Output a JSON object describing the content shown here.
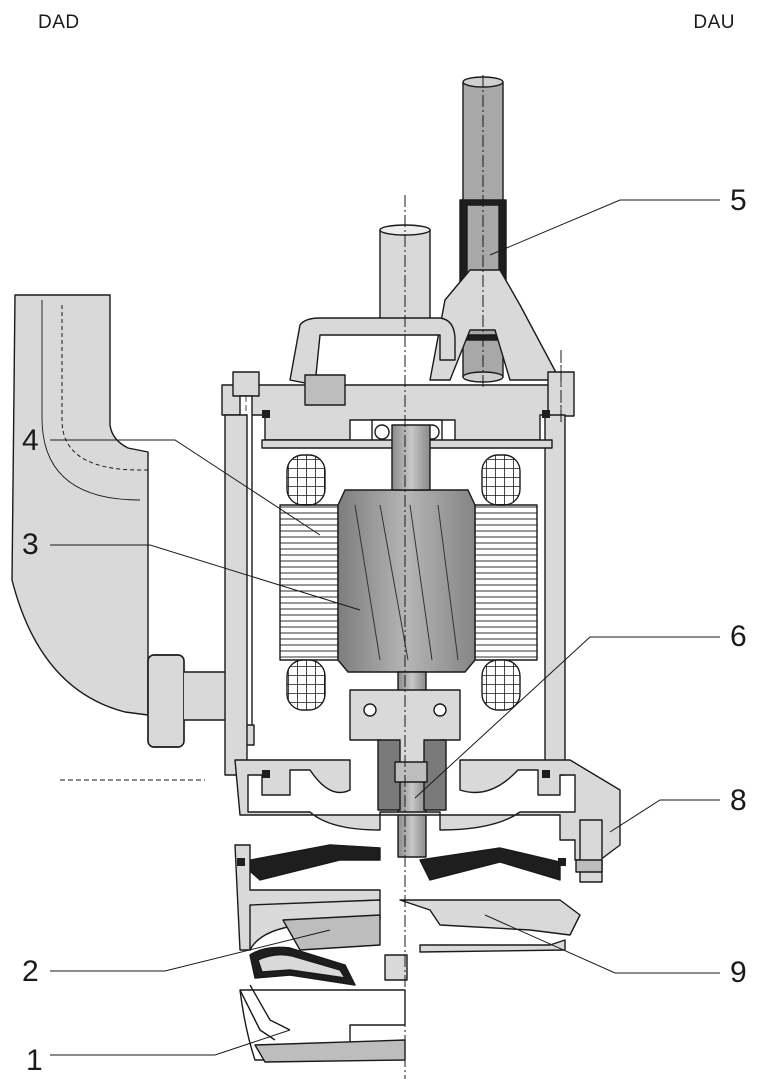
{
  "header": {
    "left_label": "DAD",
    "right_label": "DAU"
  },
  "callouts": [
    {
      "id": "c1",
      "label": "1"
    },
    {
      "id": "c2",
      "label": "2"
    },
    {
      "id": "c3",
      "label": "3"
    },
    {
      "id": "c4",
      "label": "4"
    },
    {
      "id": "c5",
      "label": "5"
    },
    {
      "id": "c6",
      "label": "6"
    },
    {
      "id": "c8",
      "label": "8"
    },
    {
      "id": "c9",
      "label": "9"
    }
  ],
  "colors": {
    "casing": "#d9d9d9",
    "casing_dark": "#bdbdbd",
    "rotor": "#9a9a9a",
    "shaft": "#a8a8a8",
    "seal": "#7a7a7a",
    "gasket": "#1e1e1e",
    "line": "#1a1a1a"
  }
}
